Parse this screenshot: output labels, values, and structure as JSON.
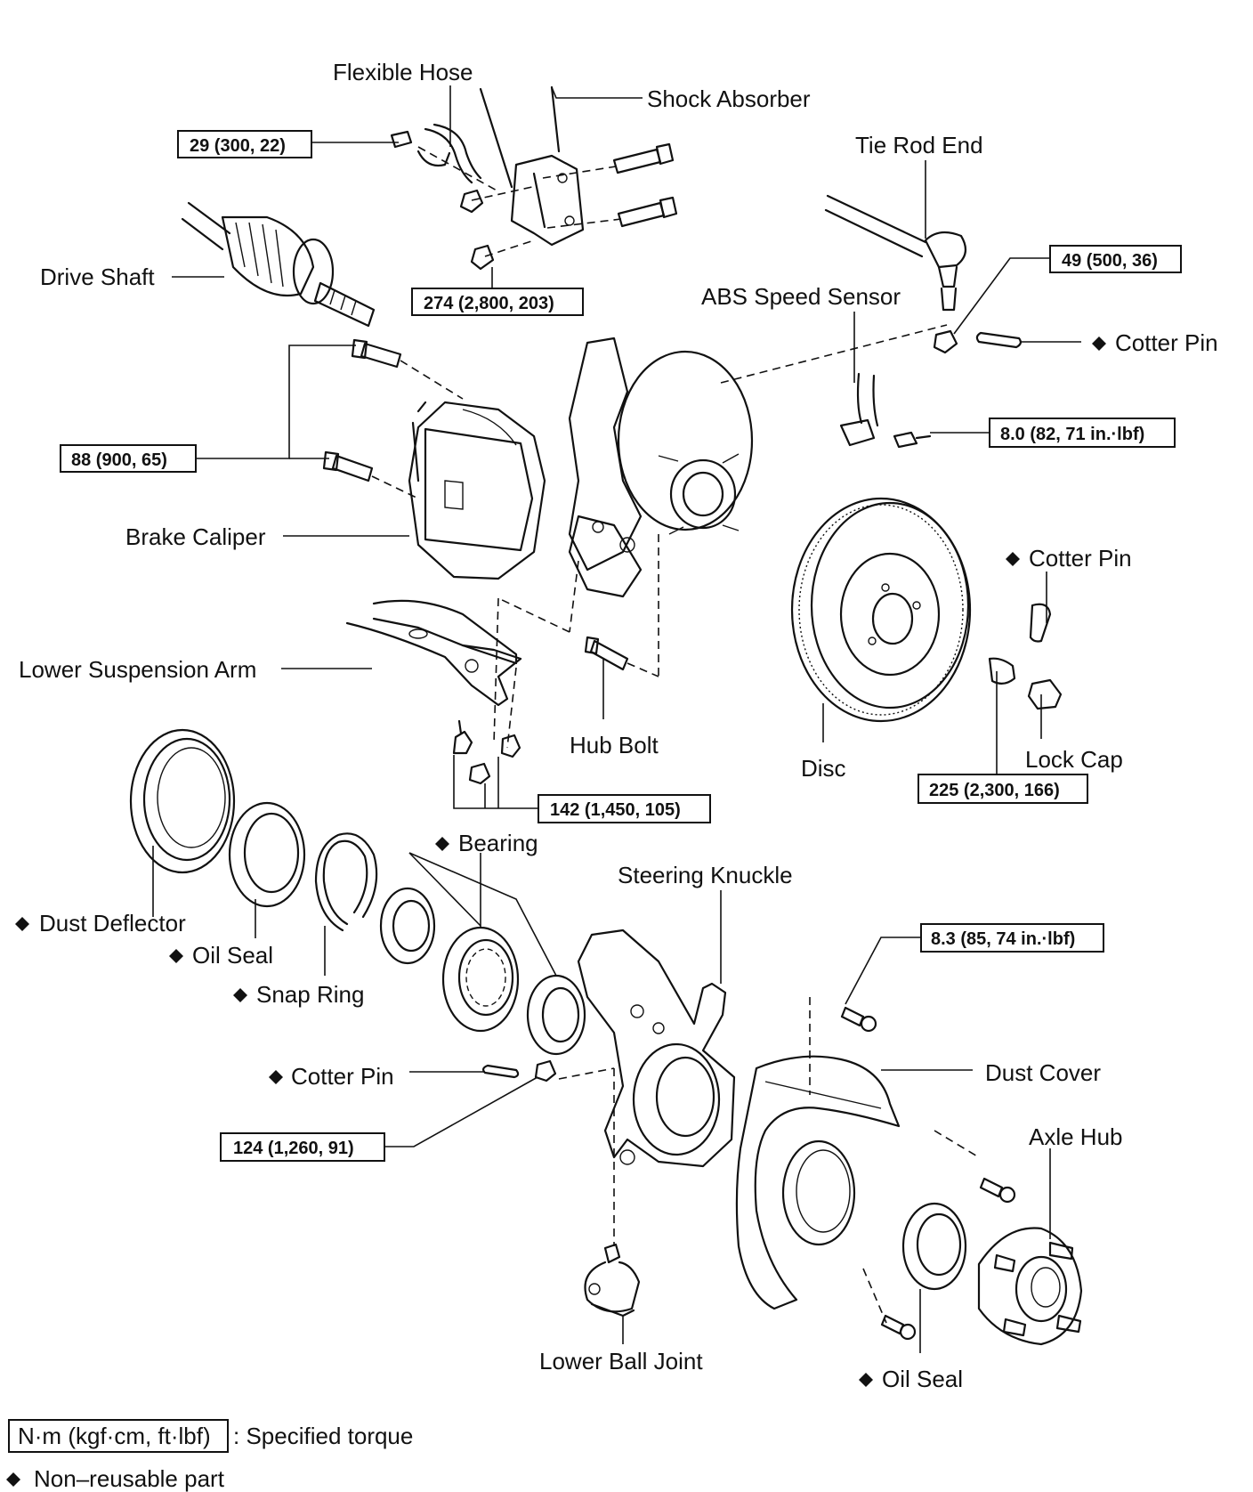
{
  "labels": {
    "flexible_hose": "Flexible Hose",
    "shock_absorber": "Shock Absorber",
    "tie_rod_end": "Tie Rod End",
    "drive_shaft": "Drive Shaft",
    "abs_speed_sensor": "ABS Speed Sensor",
    "cotter_pin_top": "Cotter Pin",
    "brake_caliper": "Brake Caliper",
    "cotter_pin_right": "Cotter Pin",
    "lower_suspension_arm": "Lower Suspension Arm",
    "hub_bolt": "Hub Bolt",
    "disc": "Disc",
    "lock_cap": "Lock Cap",
    "bearing": "Bearing",
    "steering_knuckle": "Steering Knuckle",
    "dust_deflector": "Dust Deflector",
    "oil_seal_left": "Oil Seal",
    "snap_ring": "Snap Ring",
    "cotter_pin_bottom": "Cotter Pin",
    "dust_cover": "Dust Cover",
    "axle_hub": "Axle Hub",
    "lower_ball_joint": "Lower Ball Joint",
    "oil_seal_right": "Oil Seal"
  },
  "torques": {
    "flexible_hose_bolt": "29 (300, 22)",
    "strut_nuts": "274 (2,800, 203)",
    "tie_rod_nut": "49 (500, 36)",
    "abs_sensor_bolt": "8.0 (82, 71 in.·lbf)",
    "caliper_bolts": "88 (900, 65)",
    "arm_nuts": "142 (1,450, 105)",
    "axle_nut": "225 (2,300, 166)",
    "dust_cover_bolt": "8.3 (85, 74 in.·lbf)",
    "ball_joint_nut": "124 (1,260, 91)"
  },
  "legend": {
    "torque_unit": "N·m (kgf·cm, ft·lbf)",
    "torque_desc": ":  Specified torque",
    "non_reusable": "Non–reusable part"
  }
}
